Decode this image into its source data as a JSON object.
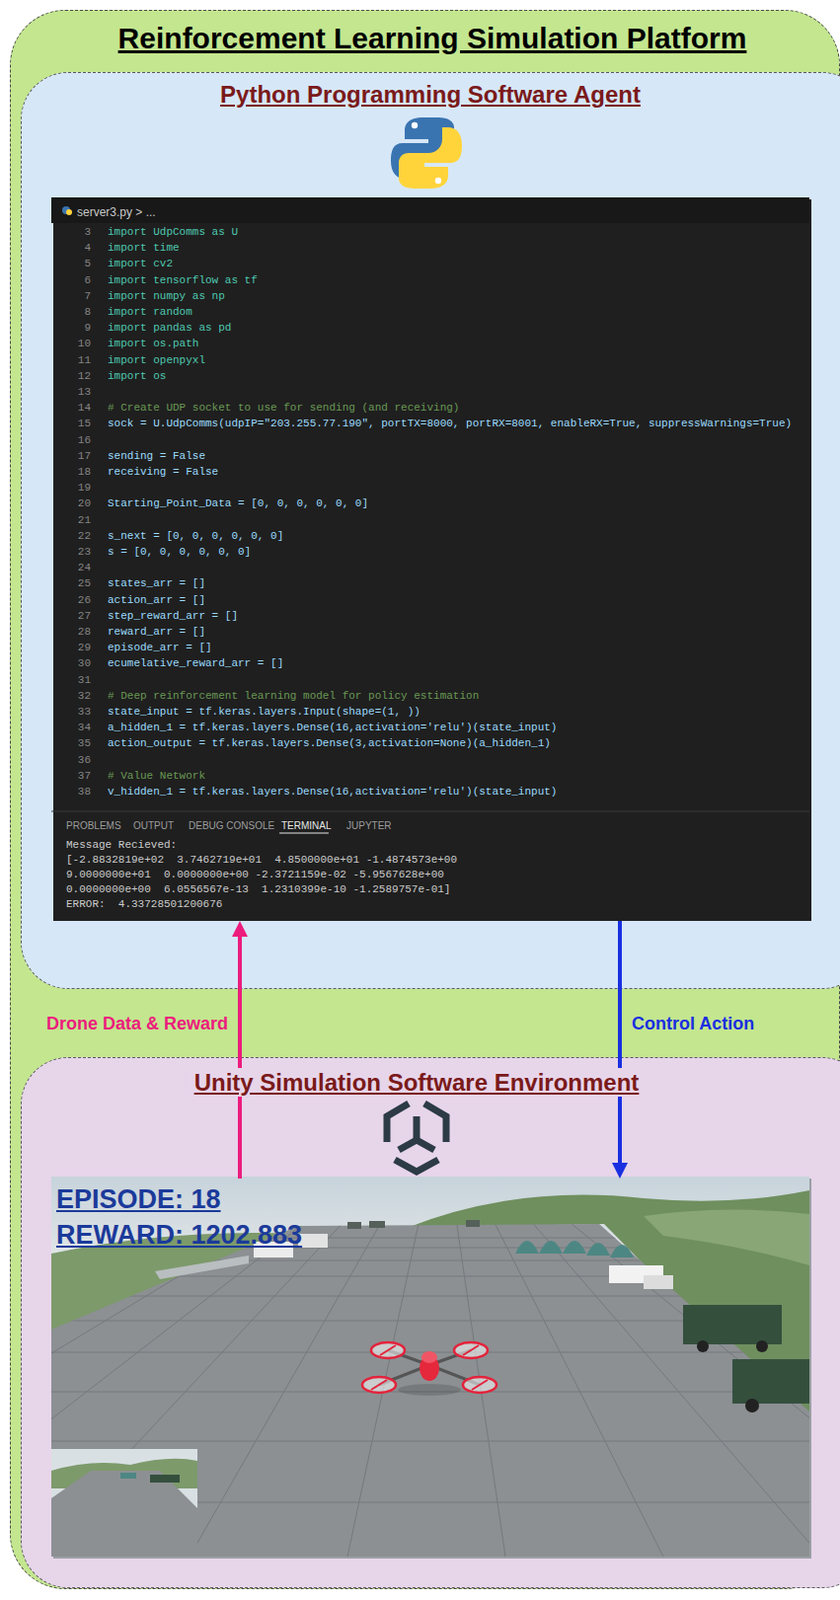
{
  "diagram": {
    "nodes": [
      {
        "text": [
          "Reinforcement Learning Simulation Platform"
        ]
      },
      {
        "text": [
          "Python Programming Software Agent"
        ],
        "in": 0
      },
      {
        "text": [
          "server3.py > ...",
          "import UdpComms as U",
          "import time",
          "import cv2",
          "import tensorflow as tf",
          "import numpy as np",
          "import random",
          "import pandas as pd",
          "import os.path",
          "import openpyxl",
          "import os",
          "# Create UDP socket to use for sending (and receiving)",
          "sock = U.UdpComms(udpIP=\"203.255.77.190\", portTX=8000, portRX=8001, enableRX=True, suppressWarnings=True)",
          "sending = False",
          "receiving = False",
          "Starting_Point_Data = [0, 0, 0, 0, 0, 0]",
          "s_next = [0, 0, 0, 0, 0, 0]",
          "s = [0, 0, 0, 0, 0, 0]",
          "states_arr = []",
          "action_arr = []",
          "step_reward_arr = []",
          "reward_arr = []",
          "episode_arr = []",
          "ecumelative_reward_arr = []",
          "# Deep reinforcement learning model for policy estimation",
          "state_input = tf.keras.layers.Input(shape=(1, ))",
          "a_hidden_1 = tf.keras.layers.Dense(16,activation='relu')(state_input)",
          "action_output = tf.keras.layers.Dense(3,activation=None)(a_hidden_1)",
          "# Value Network",
          "v_hidden_1 = tf.keras.layers.Dense(16,activation='relu')(state_input)",
          "Message Recieved:",
          "[-2.8832819e+02  3.7462719e+01  4.8500000e+01 -1.4874573e+00",
          "9.0000000e+01  0.0000000e+00 -2.3721159e-02 -5.9567628e+00",
          "0.0000000e+00  6.0556567e-13  1.2310399e-10 -1.2589757e-01]",
          "ERROR:  4.33728501200676"
        ],
        "in": 1
      },
      {
        "text": [
          "Unity Simulation Software Environment"
        ],
        "in": 0
      },
      {
        "text": [
          "EPISODE: 18",
          "REWARD: 1202.883"
        ],
        "in": 3
      }
    ],
    "edges": [
      {
        "from": 4,
        "to": 2,
        "label": "Drone Data & Reward",
        "arrow": "to"
      },
      {
        "from": 2,
        "to": 4,
        "label": "Control Action",
        "arrow": "to"
      }
    ],
    "labels": [
      "3",
      "4",
      "5",
      "6",
      "7",
      "8",
      "9",
      "10",
      "11",
      "12",
      "13",
      "14",
      "15",
      "16",
      "17",
      "18",
      "19",
      "20",
      "21",
      "22",
      "23",
      "24",
      "25",
      "26",
      "27",
      "28",
      "29",
      "30",
      "31",
      "32",
      "33",
      "34",
      "35",
      "36",
      "37",
      "38",
      "PROBLEMS",
      "OUTPUT",
      "DEBUG CONSOLE",
      "TERMINAL",
      "JUPYTER"
    ]
  }
}
